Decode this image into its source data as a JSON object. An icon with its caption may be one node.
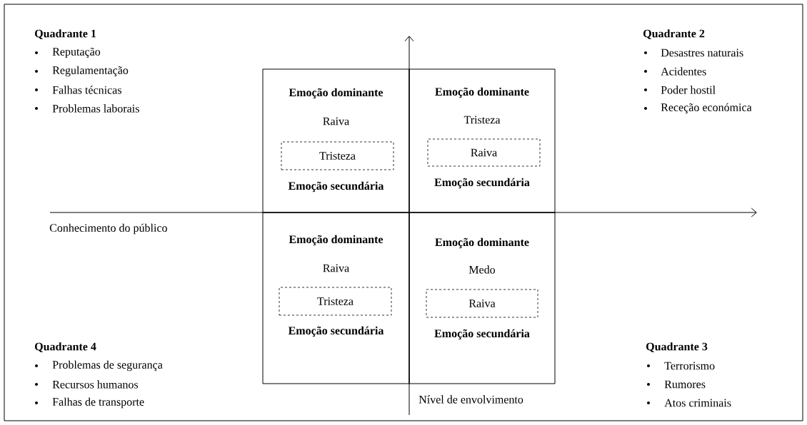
{
  "diagram": {
    "nodes": [
      {
        "text": [
          "Emoção dominante",
          "Raiva",
          "Emoção secundária"
        ]
      },
      {
        "text": [
          "Emoção dominante",
          "Tristeza",
          "Emoção secundária"
        ]
      },
      {
        "text": [
          "Emoção dominante",
          "Raiva",
          "Emoção secundária"
        ]
      },
      {
        "text": [
          "Emoção dominante",
          "Medo",
          "Emoção secundária"
        ]
      },
      {
        "text": [
          "Tristeza"
        ],
        "in": 0
      },
      {
        "text": [
          "Raiva"
        ],
        "in": 1
      },
      {
        "text": [
          "Tristeza"
        ],
        "in": 2
      },
      {
        "text": [
          "Raiva"
        ],
        "in": 3
      }
    ],
    "labels": [
      "Quadrante 1",
      "Reputação",
      "Regulamentação",
      "Falhas técnicas",
      "Problemas laborais",
      "Quadrante 2",
      "Desastres naturais",
      "Acidentes",
      "Poder hostil",
      "Receção económica",
      "Conhecimento do público",
      "Quadrante 4",
      "Problemas de segurança",
      "Recursos humanos",
      "Falhas de transporte",
      "Quadrante 3",
      "Terrorismo",
      "Rumores",
      "Atos criminais",
      "Nível de envolvimento"
    ]
  }
}
